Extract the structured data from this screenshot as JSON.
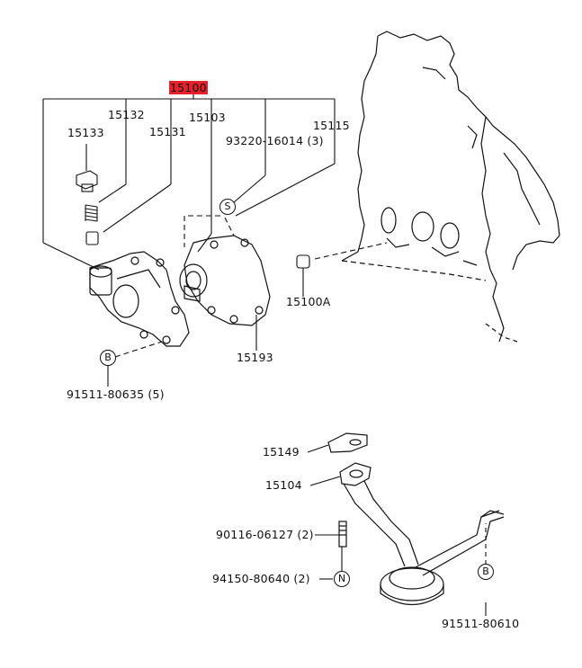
{
  "parts": {
    "p15100": "15100",
    "p15132": "15132",
    "p15103": "15103",
    "p15115": "15115",
    "p15133": "15133",
    "p15131": "15131",
    "p93220": "93220-16014 (3)",
    "p15100A": "15100A",
    "p15193": "15193",
    "p91511a": "91511-80635 (5)",
    "p15149": "15149",
    "p15104": "15104",
    "p90116": "90116-06127 (2)",
    "p94150": "94150-80640 (2)",
    "p91511b": "91511-80610"
  },
  "markers": {
    "s": "S",
    "b1": "B",
    "n": "N",
    "b2": "B"
  },
  "colors": {
    "highlight": "#e8202a",
    "line": "#111111"
  }
}
